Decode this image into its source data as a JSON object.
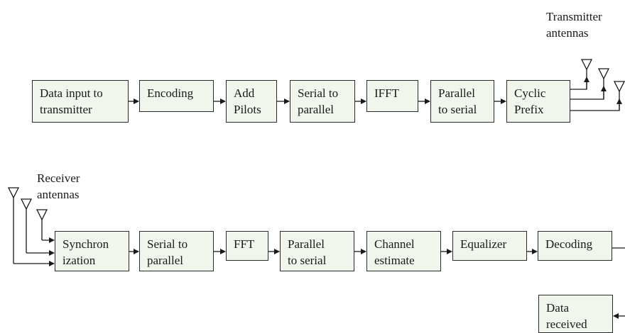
{
  "diagram": {
    "transmitter": {
      "caption": "Transmitter\nantennas",
      "blocks": [
        {
          "id": "data_input",
          "label": "Data input to\ntransmitter"
        },
        {
          "id": "encoding",
          "label": "Encoding"
        },
        {
          "id": "add_pilots",
          "label": "Add\nPilots"
        },
        {
          "id": "serial_to_parallel_tx",
          "label": "Serial to\nparallel"
        },
        {
          "id": "ifft",
          "label": "IFFT"
        },
        {
          "id": "parallel_to_serial_tx",
          "label": "Parallel\nto serial"
        },
        {
          "id": "cyclic_prefix",
          "label": "Cyclic\nPrefix"
        }
      ]
    },
    "receiver": {
      "caption": "Receiver\nantennas",
      "blocks": [
        {
          "id": "synchronization",
          "label": "Synchron\nization"
        },
        {
          "id": "serial_to_parallel_rx",
          "label": "Serial to\nparallel"
        },
        {
          "id": "fft",
          "label": "FFT"
        },
        {
          "id": "parallel_to_serial_rx",
          "label": "Parallel\nto serial"
        },
        {
          "id": "channel_estimate",
          "label": "Channel\nestimate"
        },
        {
          "id": "equalizer",
          "label": "Equalizer"
        },
        {
          "id": "decoding",
          "label": "Decoding"
        }
      ]
    },
    "output": {
      "id": "data_received",
      "label": "Data\nreceived"
    },
    "colors": {
      "block_fill": "#f1f6ec",
      "line": "#2a2a2a"
    }
  }
}
